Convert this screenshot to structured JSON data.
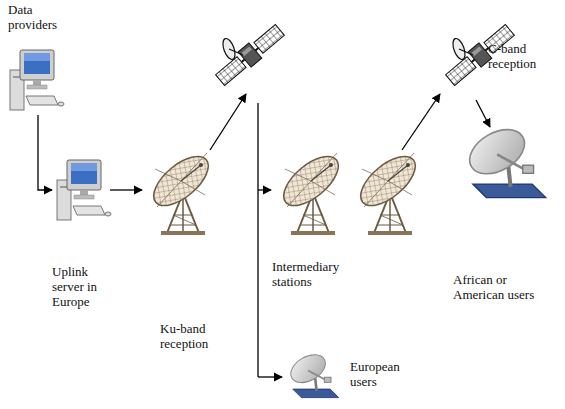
{
  "diagram": {
    "nodes": [
      {
        "text": [
          "Data providers"
        ]
      },
      {
        "text": [
          "Uplink server in Europe"
        ]
      },
      {
        "text": [
          "Intermediary stations"
        ]
      },
      {
        "text": [
          "European users"
        ]
      },
      {
        "text": [
          "African or American users"
        ]
      }
    ],
    "edges": [
      {
        "from": 0,
        "to": 1,
        "arrow": "to"
      }
    ],
    "labels": [
      "Ku-band reception",
      "C-band reception"
    ]
  }
}
